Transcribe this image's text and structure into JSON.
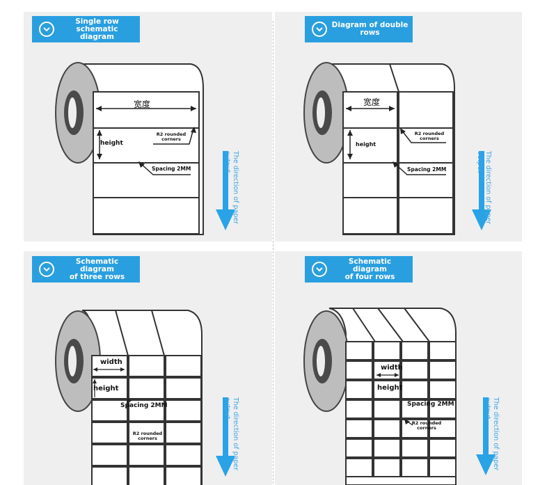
{
  "colors": {
    "accent": "#2a9fe0",
    "arrow": "#2aa3e6",
    "panel_bg": "#efefef",
    "roll_core": "#4a4a4a"
  },
  "header_icon": "chevron-down-circle-icon",
  "direction_arrow_icon": "arrow-down-icon",
  "panels": [
    {
      "title_lines": [
        "Single row",
        "schematic diagram"
      ],
      "labels": {
        "width": "宽度",
        "height": "height",
        "corners": [
          "R2 rounded",
          "corners"
        ],
        "spacing": "Spacing 2MM"
      },
      "direction": "The direction of paper output"
    },
    {
      "title_lines": [
        "Diagram of double",
        "rows"
      ],
      "labels": {
        "width": "宽度",
        "height": "height",
        "corners": [
          "R2 rounded",
          "corners"
        ],
        "spacing": "Spacing 2MM"
      },
      "direction": "The direction of paper output"
    },
    {
      "title_lines": [
        "Schematic diagram",
        "of three rows"
      ],
      "labels": {
        "width": "width",
        "height": "height",
        "spacing": "Spacing 2MM",
        "corners": [
          "R2 rounded",
          "corners"
        ]
      },
      "direction": "The direction of paper output"
    },
    {
      "title_lines": [
        "Schematic diagram",
        "of four rows"
      ],
      "labels": {
        "width": "width",
        "height": "height",
        "spacing": "Spacing 2MM",
        "corners": [
          "R2 rounded",
          "corners"
        ]
      },
      "direction": "The direction of paper output"
    }
  ]
}
